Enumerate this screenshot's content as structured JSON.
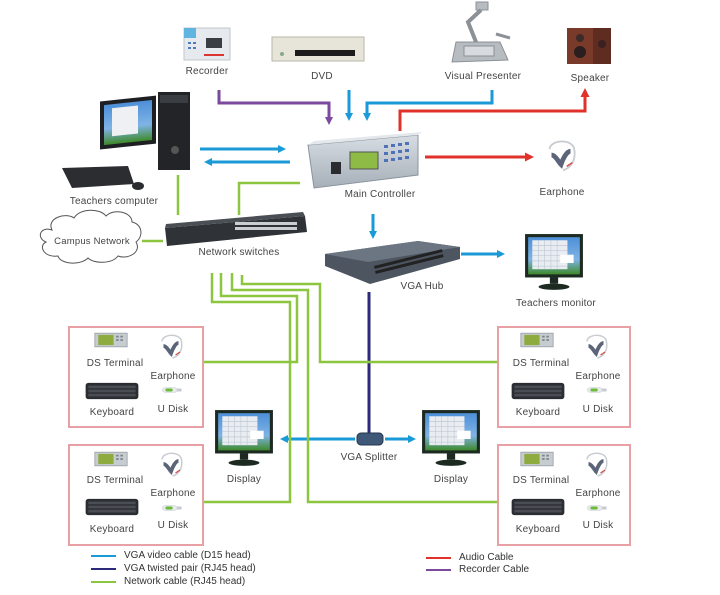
{
  "diagram": {
    "nodes": {
      "recorder": "Recorder",
      "dvd": "DVD",
      "visual_presenter": "Visual Presenter",
      "speaker": "Speaker",
      "teachers_computer": "Teachers computer",
      "main_controller": "Main Controller",
      "earphone": "Earphone",
      "campus_network": "Campus Network",
      "network_switches": "Network switches",
      "vga_hub": "VGA Hub",
      "teachers_monitor": "Teachers monitor",
      "vga_splitter": "VGA Splitter",
      "display_left": "Display",
      "display_right": "Display"
    },
    "student_station": {
      "ds_terminal": "DS Terminal",
      "earphone": "Earphone",
      "keyboard": "Keyboard",
      "u_disk": "U Disk"
    },
    "colors": {
      "vga_video": "#1a9ad6",
      "vga_twisted": "#3a2f8a",
      "network": "#8cc63f",
      "audio": "#e0322a",
      "recorder": "#7b4a9e",
      "station_border": "#e8a0a4"
    }
  },
  "legend": {
    "left": [
      {
        "label": "VGA video cable (D15 head)",
        "color": "#1a9ad6"
      },
      {
        "label": "VGA twisted pair (RJ45 head)",
        "color": "#2e2a7a"
      },
      {
        "label": "Network  cable (RJ45 head)",
        "color": "#8cc63f"
      }
    ],
    "right": [
      {
        "label": "Audio Cable",
        "color": "#e0322a"
      },
      {
        "label": "Recorder Cable",
        "color": "#7b4a9e"
      }
    ]
  }
}
